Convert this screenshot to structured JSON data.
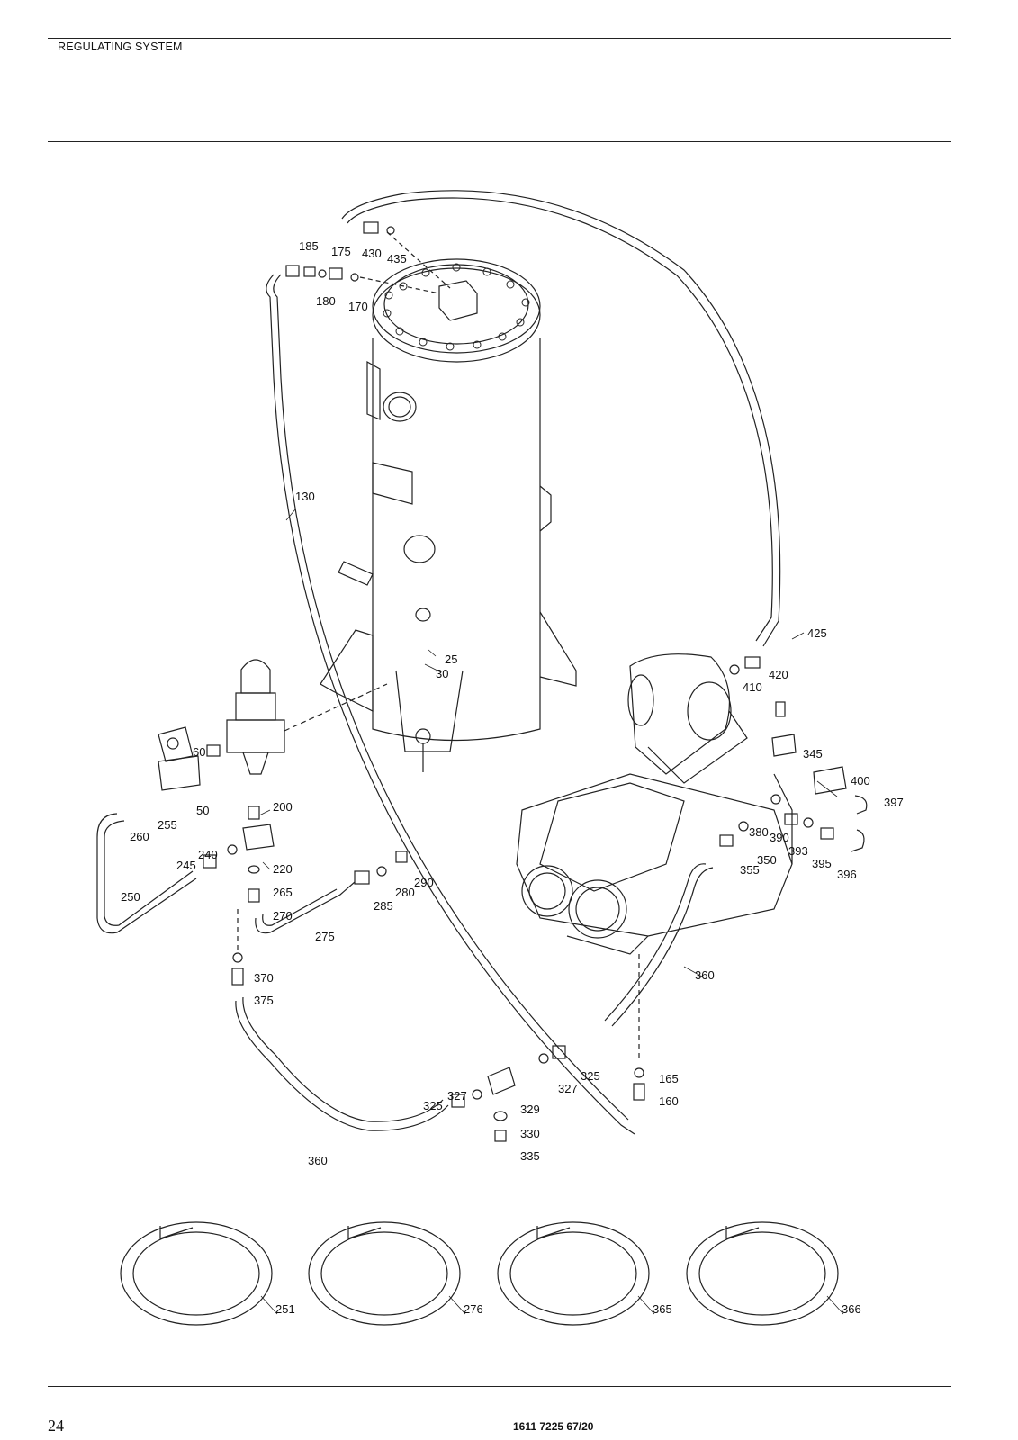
{
  "header": {
    "section_title": "REGULATING SYSTEM"
  },
  "footer": {
    "page_number": "24",
    "document_number": "1611 7225 67/20"
  },
  "callouts": [
    "185",
    "175",
    "430",
    "435",
    "180",
    "170",
    "130",
    "425",
    "420",
    "410",
    "25",
    "30",
    "60",
    "50",
    "255",
    "260",
    "345",
    "400",
    "397",
    "200",
    "240",
    "245",
    "220",
    "265",
    "270",
    "250",
    "275",
    "280",
    "290",
    "285",
    "380",
    "390",
    "393",
    "395",
    "396",
    "350",
    "355",
    "360",
    "370",
    "375",
    "325",
    "327",
    "165",
    "160",
    "325",
    "327",
    "329",
    "330",
    "335",
    "360",
    "251",
    "276",
    "365",
    "366"
  ],
  "coil_labels": [
    "251",
    "276",
    "365",
    "366"
  ]
}
